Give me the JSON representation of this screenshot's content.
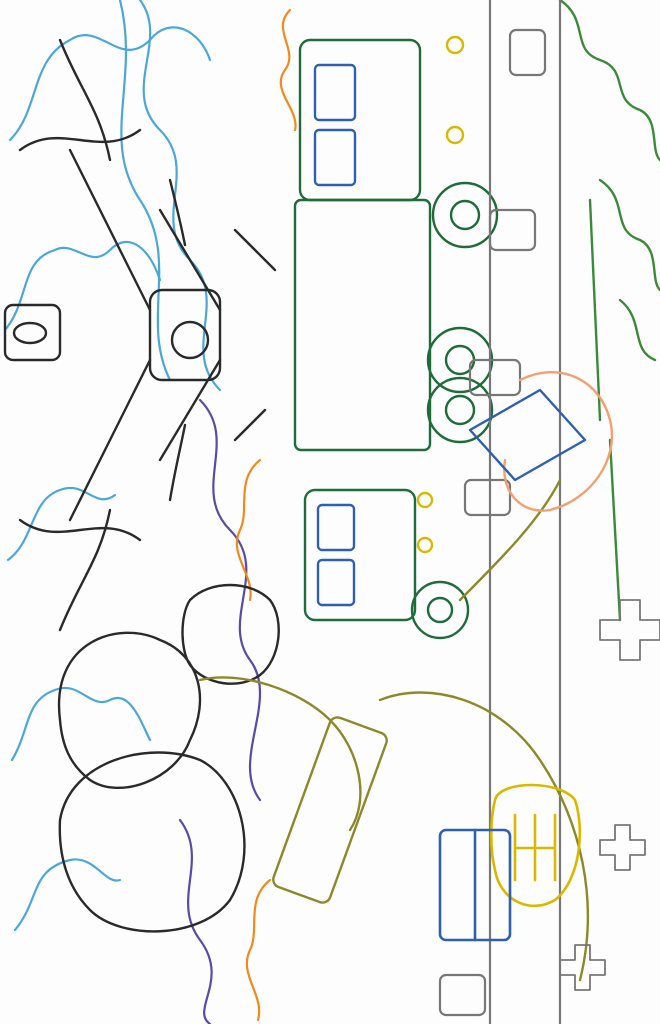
{
  "palette": {
    "sky": "#4aa8d8",
    "blue": "#2f5fb0",
    "green": "#3a8a3a",
    "dark_green": "#1f6b3a",
    "orange": "#f08a1c",
    "yellow": "#d9b800",
    "olive": "#8a8a2a",
    "black": "#2a2a2a",
    "gray": "#777777",
    "skin": "#f2a070",
    "purple": "#5a4aa8"
  },
  "scene": {
    "orientation": "rotated-90-clockwise",
    "subjects": [
      "drone",
      "military-truck",
      "military-truck",
      "soldier-with-tablet",
      "trident-emblem",
      "flag-patch",
      "forest-trees",
      "clouds",
      "mountains"
    ]
  }
}
